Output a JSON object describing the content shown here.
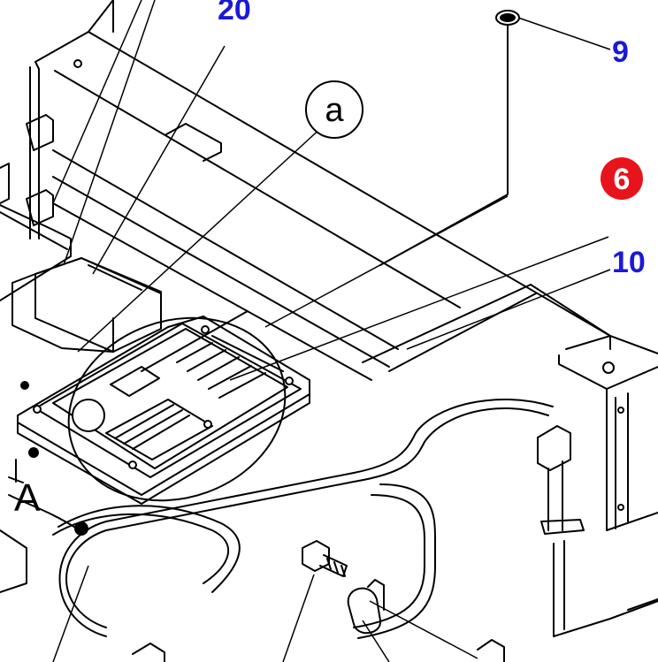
{
  "labels": {
    "callout_20": "20",
    "callout_9": "9",
    "callout_6": "6",
    "callout_10": "10",
    "detail_a": "a",
    "view_A": "A"
  },
  "colors": {
    "callout_blue": "#1a1ad6",
    "highlight_red": "#e8141c",
    "line": "#000000",
    "background": "#ffffff"
  }
}
